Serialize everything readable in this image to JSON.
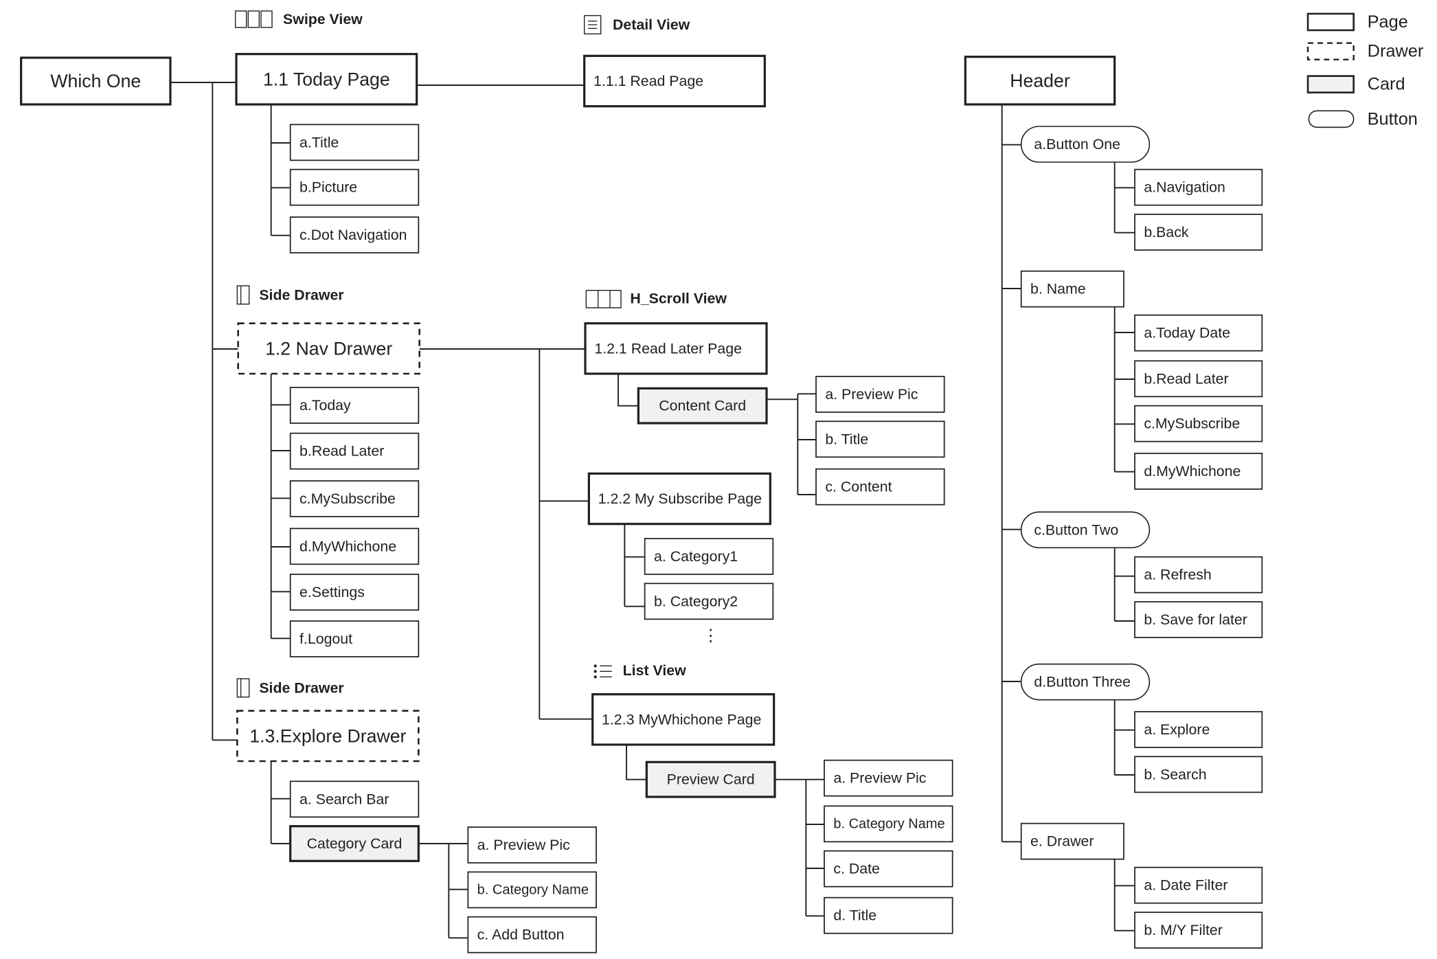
{
  "legend": {
    "items": [
      {
        "label": "Page",
        "style": "page"
      },
      {
        "label": "Drawer",
        "style": "drawer"
      },
      {
        "label": "Card",
        "style": "card"
      },
      {
        "label": "Button",
        "style": "button"
      }
    ]
  },
  "colors": {
    "line": "#231f20",
    "card_fill": "#f1f1f1",
    "background": "#ffffff"
  },
  "view_headers": {
    "swipe": {
      "label": "Swipe View",
      "icon": "swipe-view-icon"
    },
    "detail": {
      "label": "Detail View",
      "icon": "detail-view-icon"
    },
    "side_drawer_1": {
      "label": "Side Drawer",
      "icon": "side-drawer-icon"
    },
    "side_drawer_2": {
      "label": "Side Drawer",
      "icon": "side-drawer-icon"
    },
    "hscroll": {
      "label": "H_Scroll View",
      "icon": "h-scroll-view-icon"
    },
    "list": {
      "label": "List View",
      "icon": "list-view-icon"
    }
  },
  "nodes": {
    "root": {
      "label": "Which One",
      "type": "page"
    },
    "today_page": {
      "label": "1.1 Today Page",
      "type": "page"
    },
    "today_title": {
      "label": "a.Title",
      "type": "item"
    },
    "today_picture": {
      "label": "b.Picture",
      "type": "item"
    },
    "today_dotnav": {
      "label": "c.Dot Navigation",
      "type": "item"
    },
    "read_page": {
      "label": "1.1.1 Read Page",
      "type": "page"
    },
    "nav_drawer": {
      "label": "1.2 Nav Drawer",
      "type": "drawer"
    },
    "nav_today": {
      "label": "a.Today",
      "type": "item"
    },
    "nav_readlater": {
      "label": "b.Read Later",
      "type": "item"
    },
    "nav_mysubscribe": {
      "label": "c.MySubscribe",
      "type": "item"
    },
    "nav_mywhichone": {
      "label": "d.MyWhichone",
      "type": "item"
    },
    "nav_settings": {
      "label": "e.Settings",
      "type": "item"
    },
    "nav_logout": {
      "label": "f.Logout",
      "type": "item"
    },
    "read_later_page": {
      "label": "1.2.1 Read Later Page",
      "type": "page"
    },
    "content_card": {
      "label": "Content Card",
      "type": "card"
    },
    "cc_preview": {
      "label": "a. Preview Pic",
      "type": "item"
    },
    "cc_title": {
      "label": "b. Title",
      "type": "item"
    },
    "cc_content": {
      "label": "c. Content",
      "type": "item"
    },
    "subscribe_page": {
      "label": "1.2.2 My Subscribe Page",
      "type": "page"
    },
    "sub_cat1": {
      "label": "a. Category1",
      "type": "item"
    },
    "sub_cat2": {
      "label": "b. Category2",
      "type": "item"
    },
    "sub_more": {
      "label": "⋮",
      "type": "ellipsis"
    },
    "mywhichone_page": {
      "label": "1.2.3 MyWhichone Page",
      "type": "page"
    },
    "preview_card": {
      "label": "Preview Card",
      "type": "card"
    },
    "pc_preview": {
      "label": "a. Preview Pic",
      "type": "item"
    },
    "pc_catname": {
      "label": "b. Category Name",
      "type": "item"
    },
    "pc_date": {
      "label": "c. Date",
      "type": "item"
    },
    "pc_title": {
      "label": "d. Title",
      "type": "item"
    },
    "explore_drawer": {
      "label": "1.3.Explore Drawer",
      "type": "drawer"
    },
    "ex_search": {
      "label": "a. Search Bar",
      "type": "item"
    },
    "category_card": {
      "label": "Category Card",
      "type": "card"
    },
    "cat_preview": {
      "label": "a. Preview Pic",
      "type": "item"
    },
    "cat_name": {
      "label": "b. Category Name",
      "type": "item"
    },
    "cat_add": {
      "label": "c. Add Button",
      "type": "item"
    },
    "header": {
      "label": "Header",
      "type": "page"
    },
    "btn_one": {
      "label": "a.Button One",
      "type": "button"
    },
    "b1_nav": {
      "label": "a.Navigation",
      "type": "item"
    },
    "b1_back": {
      "label": "b.Back",
      "type": "item"
    },
    "name": {
      "label": "b. Name",
      "type": "item"
    },
    "name_date": {
      "label": "a.Today Date",
      "type": "item"
    },
    "name_readlater": {
      "label": "b.Read Later",
      "type": "item"
    },
    "name_mysubscribe": {
      "label": "c.MySubscribe",
      "type": "item"
    },
    "name_mywhichone": {
      "label": "d.MyWhichone",
      "type": "item"
    },
    "btn_two": {
      "label": "c.Button Two",
      "type": "button"
    },
    "b2_refresh": {
      "label": "a. Refresh",
      "type": "item"
    },
    "b2_save": {
      "label": "b. Save for later",
      "type": "item"
    },
    "btn_three": {
      "label": "d.Button Three",
      "type": "button"
    },
    "b3_explore": {
      "label": "a. Explore",
      "type": "item"
    },
    "b3_search": {
      "label": "b. Search",
      "type": "item"
    },
    "drawer": {
      "label": "e. Drawer",
      "type": "item"
    },
    "dr_date": {
      "label": "a. Date Filter",
      "type": "item"
    },
    "dr_my": {
      "label": "b. M/Y Filter",
      "type": "item"
    }
  }
}
